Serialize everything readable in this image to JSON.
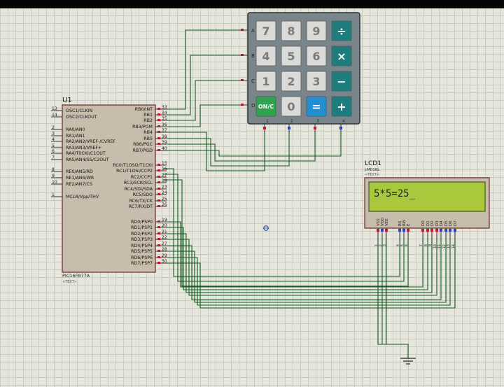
{
  "mcu": {
    "ref": "U1",
    "part": "PIC16F877A",
    "text_tag": "<TEXT>",
    "left_pins": [
      {
        "num": "13",
        "label": "OSC1/CLKIN"
      },
      {
        "num": "14",
        "label": "OSC2/CLKOUT"
      },
      {
        "num": "2",
        "label": "RA0/AN0"
      },
      {
        "num": "3",
        "label": "RA1/AN1"
      },
      {
        "num": "4",
        "label": "RA2/AN2/VREF-/CVREF"
      },
      {
        "num": "5",
        "label": "RA3/AN3/VREF+"
      },
      {
        "num": "6",
        "label": "RA4/T0CKI/C1OUT"
      },
      {
        "num": "7",
        "label": "RA5/AN4/SS/C2OUT"
      },
      {
        "num": "8",
        "label": "RE0/AN5/RD"
      },
      {
        "num": "9",
        "label": "RE1/AN6/WR"
      },
      {
        "num": "10",
        "label": "RE2/AN7/CS"
      },
      {
        "num": "1",
        "label": "MCLR/Vpp/THV"
      }
    ],
    "right_pins": [
      {
        "num": "33",
        "label": "RB0/INT"
      },
      {
        "num": "34",
        "label": "RB1"
      },
      {
        "num": "35",
        "label": "RB2"
      },
      {
        "num": "36",
        "label": "RB3/PGM"
      },
      {
        "num": "37",
        "label": "RB4"
      },
      {
        "num": "38",
        "label": "RB5"
      },
      {
        "num": "39",
        "label": "RB6/PGC"
      },
      {
        "num": "40",
        "label": "RB7/PGD"
      },
      {
        "num": "15",
        "label": "RC0/T1OSO/T1CKI"
      },
      {
        "num": "16",
        "label": "RC1/T1OSI/CCP2"
      },
      {
        "num": "17",
        "label": "RC2/CCP1"
      },
      {
        "num": "18",
        "label": "RC3/SCK/SCL"
      },
      {
        "num": "23",
        "label": "RC4/SDI/SDA"
      },
      {
        "num": "24",
        "label": "RC5/SDO"
      },
      {
        "num": "25",
        "label": "RC6/TX/CK"
      },
      {
        "num": "26",
        "label": "RC7/RX/DT"
      },
      {
        "num": "19",
        "label": "RD0/PSP0"
      },
      {
        "num": "20",
        "label": "RD1/PSP1"
      },
      {
        "num": "21",
        "label": "RD2/PSP2"
      },
      {
        "num": "22",
        "label": "RD3/PSP3"
      },
      {
        "num": "27",
        "label": "RD4/PSP4"
      },
      {
        "num": "28",
        "label": "RD5/PSP5"
      },
      {
        "num": "29",
        "label": "RD6/PSP6"
      },
      {
        "num": "30",
        "label": "RD7/PSP7"
      }
    ]
  },
  "keypad": {
    "rows": [
      "A",
      "B",
      "C",
      "D"
    ],
    "cols": [
      "1",
      "2",
      "3",
      "4"
    ],
    "keys": [
      [
        {
          "label": "7",
          "kind": "digit"
        },
        {
          "label": "8",
          "kind": "digit"
        },
        {
          "label": "9",
          "kind": "digit"
        },
        {
          "label": "÷",
          "kind": "op"
        }
      ],
      [
        {
          "label": "4",
          "kind": "digit"
        },
        {
          "label": "5",
          "kind": "digit"
        },
        {
          "label": "6",
          "kind": "digit"
        },
        {
          "label": "×",
          "kind": "op"
        }
      ],
      [
        {
          "label": "1",
          "kind": "digit"
        },
        {
          "label": "2",
          "kind": "digit"
        },
        {
          "label": "3",
          "kind": "digit"
        },
        {
          "label": "−",
          "kind": "op"
        }
      ],
      [
        {
          "label": "ON/C",
          "kind": "on"
        },
        {
          "label": "0",
          "kind": "digit"
        },
        {
          "label": "=",
          "kind": "eq"
        },
        {
          "label": "+",
          "kind": "op"
        }
      ]
    ]
  },
  "lcd": {
    "ref": "LCD1",
    "part": "LM016L",
    "text_tag": "<TEXT>",
    "display": "5*5=25_",
    "pins": [
      {
        "num": "1",
        "label": "VSS"
      },
      {
        "num": "2",
        "label": "VDD"
      },
      {
        "num": "3",
        "label": "VEE"
      },
      {
        "num": "4",
        "label": "RS"
      },
      {
        "num": "5",
        "label": "RW"
      },
      {
        "num": "6",
        "label": "E"
      },
      {
        "num": "7",
        "label": "D0"
      },
      {
        "num": "8",
        "label": "D1"
      },
      {
        "num": "9",
        "label": "D2"
      },
      {
        "num": "10",
        "label": "D3"
      },
      {
        "num": "11",
        "label": "D4"
      },
      {
        "num": "12",
        "label": "D5"
      },
      {
        "num": "13",
        "label": "D6"
      },
      {
        "num": "14",
        "label": "D7"
      }
    ]
  },
  "colors": {
    "wire": "#0f5e1e",
    "chip_fill": "#c8bcaa",
    "chip_stroke": "#6b2a2a",
    "lcd_screen": "#a9c93a",
    "keypad_body": "#79858a",
    "key_digit": "#dadad6",
    "key_op": "#1e7d7e",
    "key_eq": "#1f8fd2",
    "key_on": "#2da44d"
  }
}
